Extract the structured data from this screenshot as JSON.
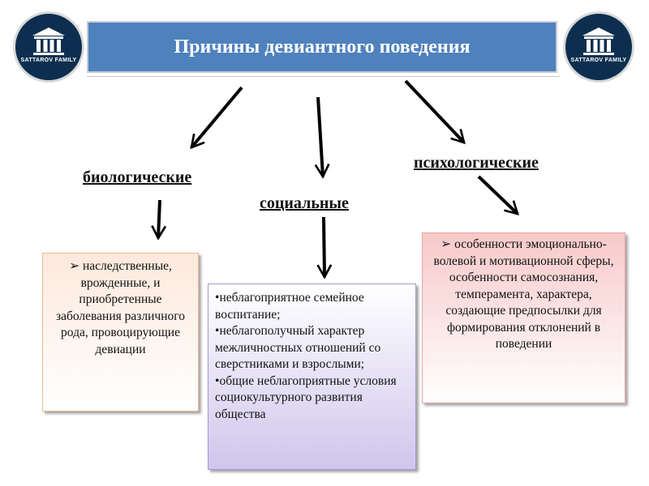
{
  "logos": {
    "left": {
      "text": "SATTAROV FAMILY"
    },
    "right": {
      "text": "SATTAROV FAMILY"
    }
  },
  "title": "Причины девиантного поведения",
  "categories": {
    "biological": "биологические",
    "social": "социальные",
    "psychological": "психологические"
  },
  "boxes": {
    "biological": {
      "bullet": "➢",
      "text": "наследственные, врожденные, и приобретенные заболевания различного рода, провоцирующие девиации"
    },
    "social": {
      "bullet": "•",
      "items": [
        "неблагоприятное семейное воспитание;",
        "неблагополучный характер межличностных отношений со сверстниками и взрослыми;",
        "общие неблагоприятные условия социокультурного развития общества"
      ]
    },
    "psychological": {
      "bullet": "➢",
      "text": "особенности эмоционально-волевой и мотивационной сферы, особенности самосознания, темперамента, характера, создающие предпосылки для формирования отклонений в поведении"
    }
  }
}
